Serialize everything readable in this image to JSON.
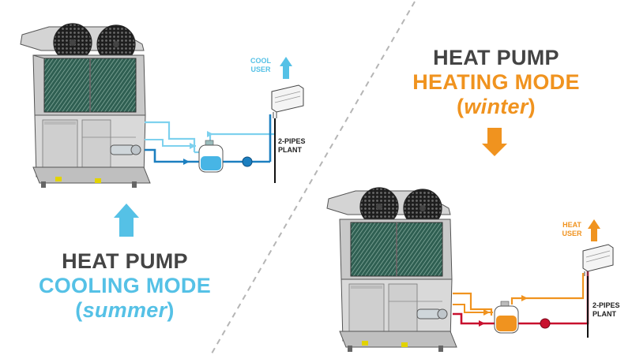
{
  "colors": {
    "cool": "#55c1e6",
    "heat": "#f0931f",
    "text": "#444444",
    "pipe_hot_red": "#c8102e",
    "pipe_cool_blue": "#1c7fc0"
  },
  "cooling": {
    "title": "HEAT PUMP",
    "mode": "COOLING MODE",
    "season_open": "(",
    "season": "summer",
    "season_close": ")",
    "user_line1": "COOL",
    "user_line2": "USER",
    "plant_line1": "2-PIPES",
    "plant_line2": "PLANT",
    "arrow": "arrow-up-icon"
  },
  "heating": {
    "title": "HEAT PUMP",
    "mode": "HEATING MODE",
    "season_open": "(",
    "season": "winter",
    "season_close": ")",
    "user_line1": "HEAT",
    "user_line2": "USER",
    "plant_line1": "2-PIPES",
    "plant_line2": "PLANT",
    "arrow": "arrow-down-icon"
  }
}
